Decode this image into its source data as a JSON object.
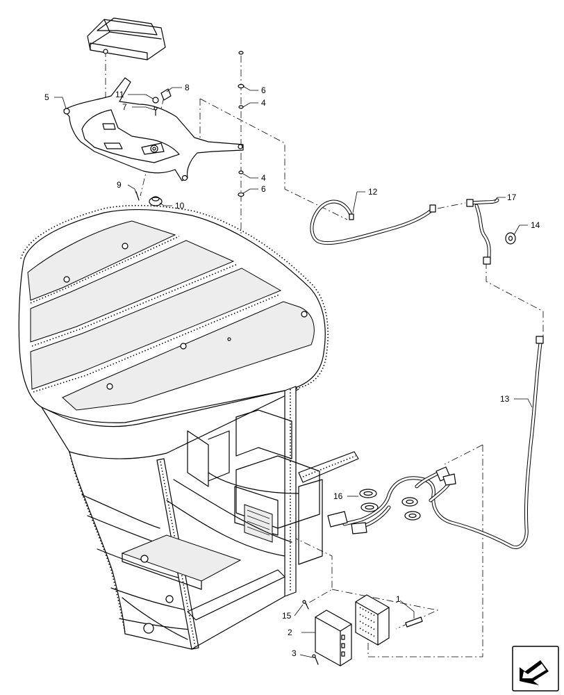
{
  "callouts": {
    "c1": "1",
    "c2": "2",
    "c3": "3",
    "c4a": "4",
    "c4b": "4",
    "c5": "5",
    "c6a": "6",
    "c6b": "6",
    "c7": "7",
    "c8": "8",
    "c9": "9",
    "c10": "10",
    "c11": "11",
    "c12": "12",
    "c13": "13",
    "c14": "14",
    "c15": "15",
    "c16": "16",
    "c17": "17"
  },
  "icons": {
    "nav": "arrow-nav-icon"
  }
}
